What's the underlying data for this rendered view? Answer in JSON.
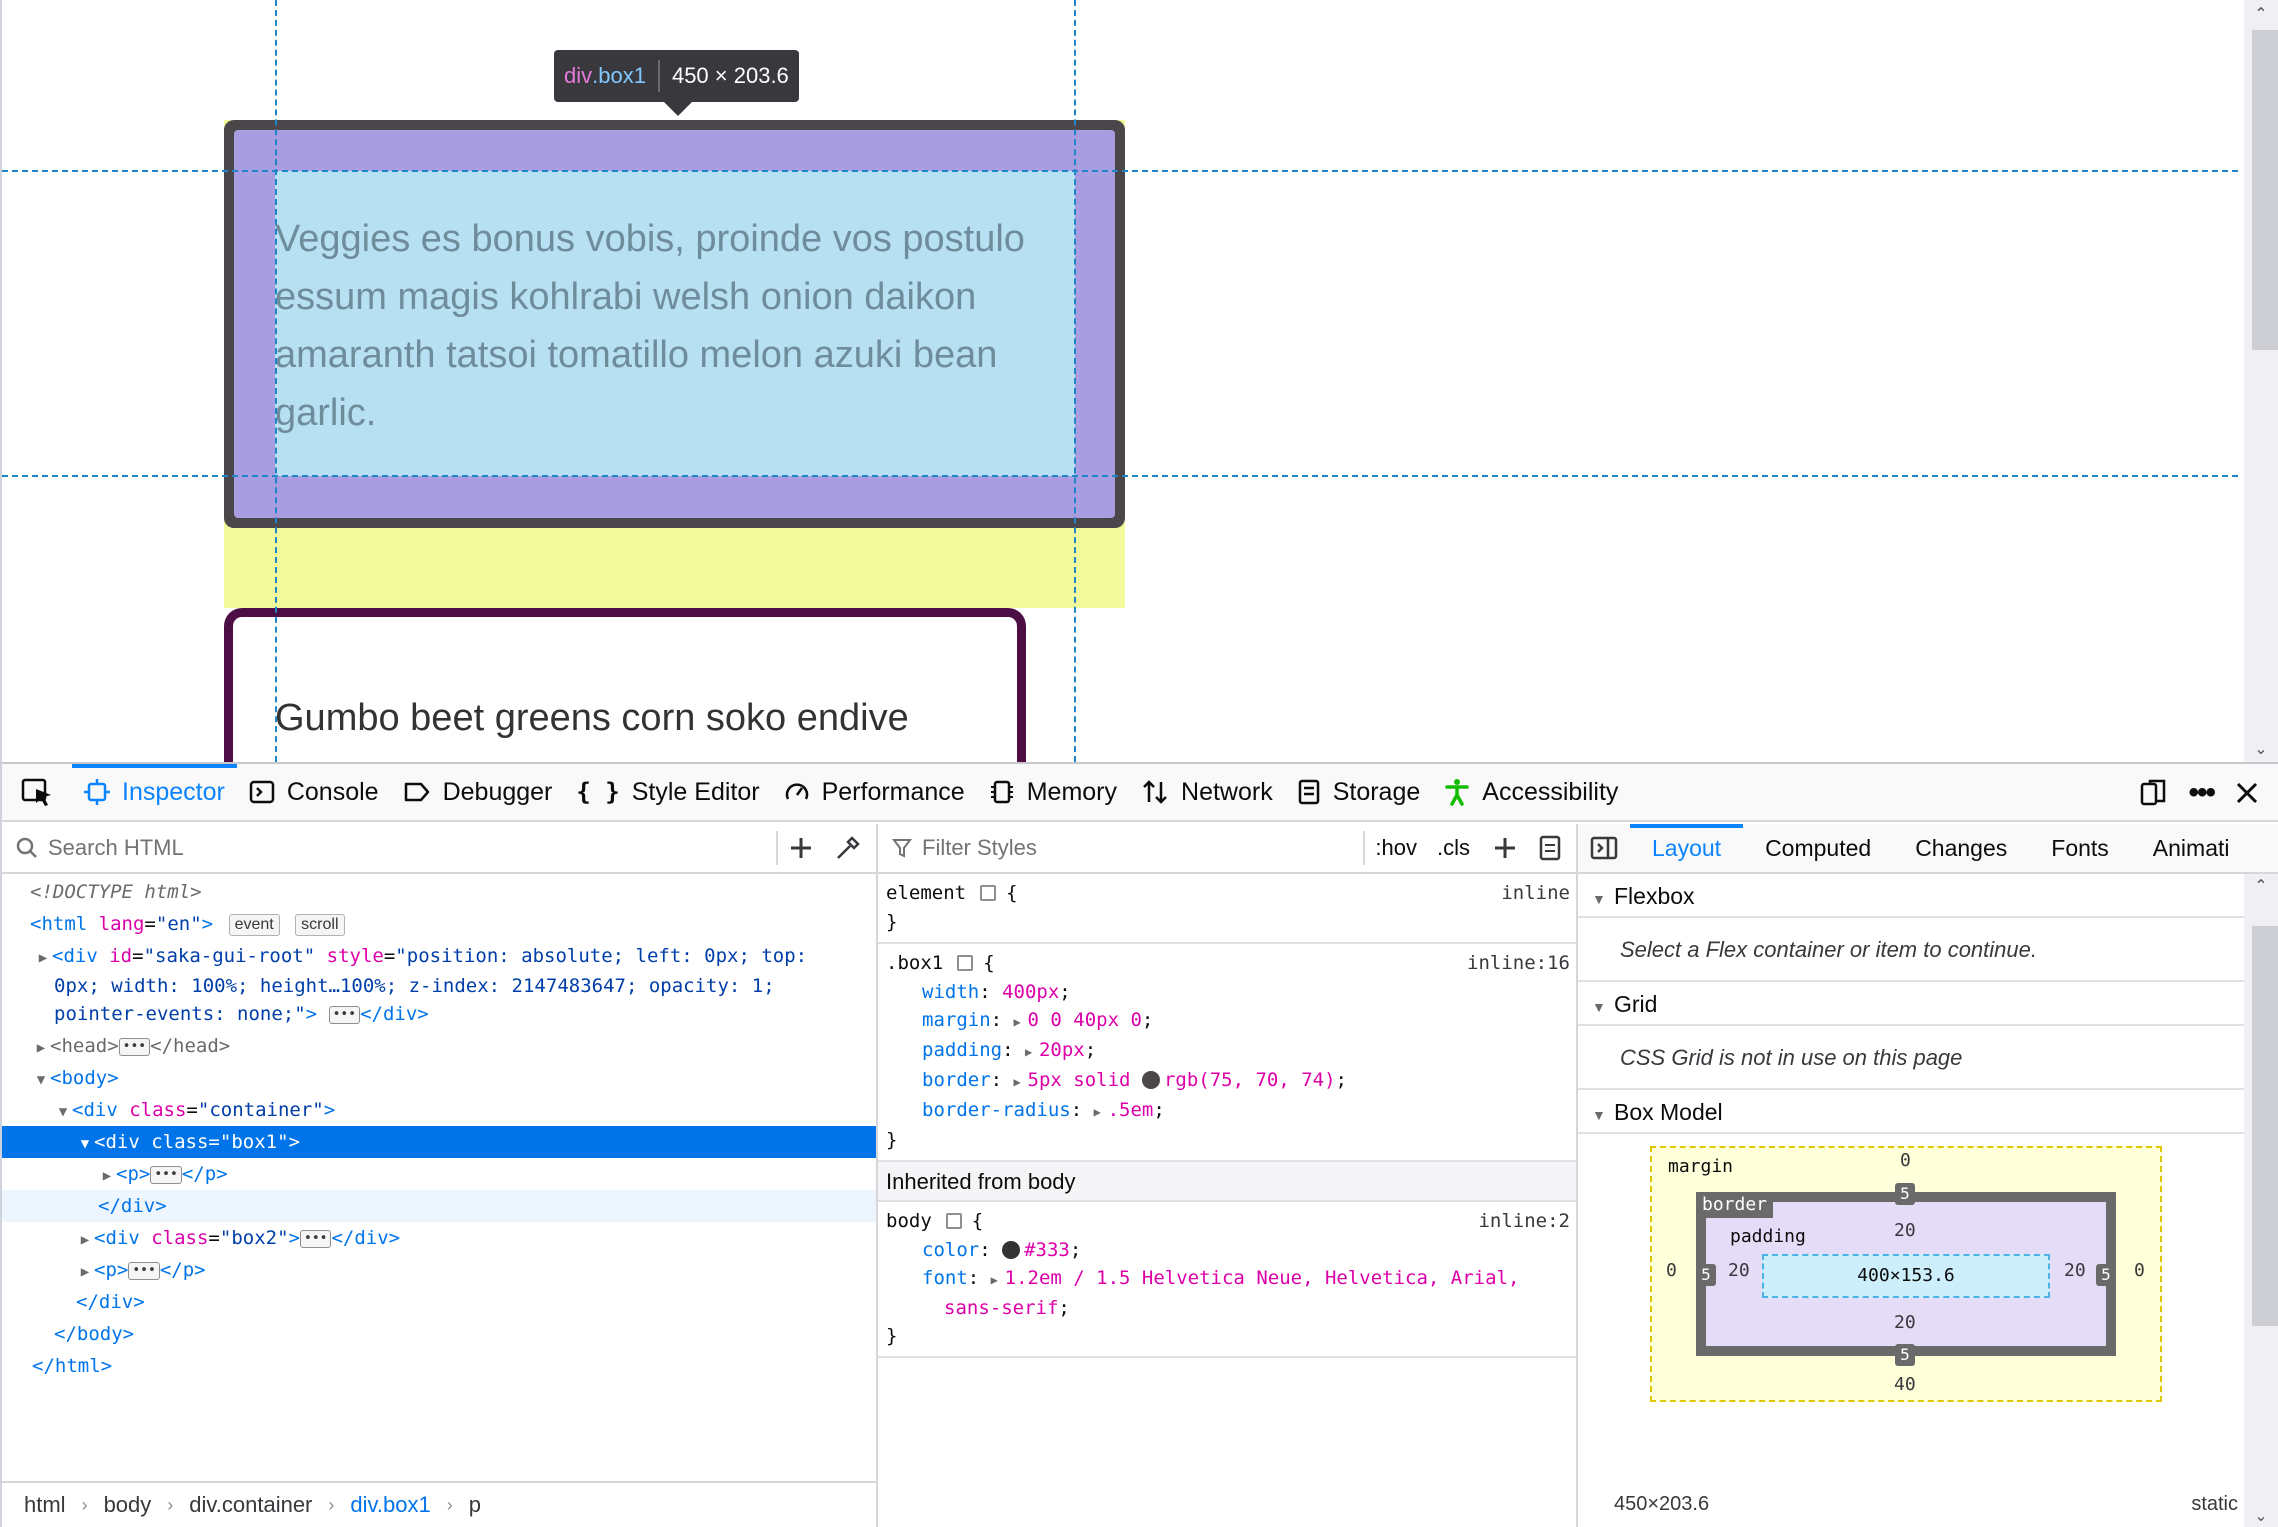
{
  "page": {
    "box1_text": "Veggies es bonus vobis, proinde vos postulo essum magis kohlrabi welsh onion daikon amaranth tatsoi tomatillo melon azuki bean garlic.",
    "box2_text": "Gumbo beet greens corn soko endive",
    "infobar": {
      "tag": "div",
      "cls": ".box1",
      "dims": "450 × 203.6"
    },
    "colors": {
      "margin": "#f1fb9c",
      "border": "#4b464a",
      "padding": "#a79de0",
      "content": "#b7e1f2",
      "box2_border": "#4c0e45"
    }
  },
  "toolbar": {
    "tabs": [
      {
        "label": "Inspector",
        "icon": "inspector-icon",
        "active": true
      },
      {
        "label": "Console",
        "icon": "console-icon"
      },
      {
        "label": "Debugger",
        "icon": "debugger-icon"
      },
      {
        "label": "Style Editor",
        "icon": "style-editor-icon"
      },
      {
        "label": "Performance",
        "icon": "performance-icon"
      },
      {
        "label": "Memory",
        "icon": "memory-icon"
      },
      {
        "label": "Network",
        "icon": "network-icon"
      },
      {
        "label": "Storage",
        "icon": "storage-icon"
      },
      {
        "label": "Accessibility",
        "icon": "accessibility-icon"
      }
    ],
    "accent": "#0a84ff"
  },
  "markup": {
    "search_placeholder": "Search HTML",
    "doctype": "<!DOCTYPE html>",
    "html_lang": "en",
    "badges": [
      "event",
      "scroll"
    ],
    "saka_id": "saka-gui-root",
    "saka_style": "position: absolute; left: 0px; top: 0px; width: 100%; height…100%; z-index: 2147483647; opacity: 1; pointer-events: none;",
    "container_class": "container",
    "box1_class": "box1",
    "box2_class": "box2",
    "breadcrumbs": [
      "html",
      "body",
      "div.container",
      "div.box1",
      "p"
    ]
  },
  "rules": {
    "filter_placeholder": "Filter Styles",
    "hov": ":hov",
    "cls": ".cls",
    "element_selector": "element",
    "element_source": "inline",
    "box1_selector": ".box1",
    "box1_source": "inline:16",
    "box1_decls": [
      {
        "name": "width",
        "value": "400px"
      },
      {
        "name": "margin",
        "value": "0 0 40px 0"
      },
      {
        "name": "padding",
        "value": "20px"
      },
      {
        "name": "border",
        "value": "5px solid",
        "extra": "rgb(75, 70, 74)",
        "swatch": "#4b464a"
      },
      {
        "name": "border-radius",
        "value": ".5em"
      }
    ],
    "inherited_header": "Inherited from body",
    "body_selector": "body",
    "body_source": "inline:2",
    "body_color": "#333",
    "body_font_1": "1.2em / 1.5 Helvetica Neue, Helvetica, Arial,",
    "body_font_2": "sans-serif"
  },
  "sidebar": {
    "tabs": [
      "Layout",
      "Computed",
      "Changes",
      "Fonts",
      "Animati"
    ],
    "flexbox_header": "Flexbox",
    "flexbox_msg": "Select a Flex container or item to continue.",
    "grid_header": "Grid",
    "grid_msg": "CSS Grid is not in use on this page",
    "boxmodel_header": "Box Model",
    "boxmodel": {
      "margin_label": "margin",
      "border_label": "border",
      "padding_label": "padding",
      "content": "400×153.6",
      "margin_top": "0",
      "margin_right": "0",
      "margin_bottom": "40",
      "margin_left": "0",
      "border_top": "5",
      "border_right": "5",
      "border_bottom": "5",
      "border_left": "5",
      "padding_top": "20",
      "padding_right": "20",
      "padding_bottom": "20",
      "padding_left": "20"
    },
    "footer_size": "450×203.6",
    "footer_position": "static"
  }
}
